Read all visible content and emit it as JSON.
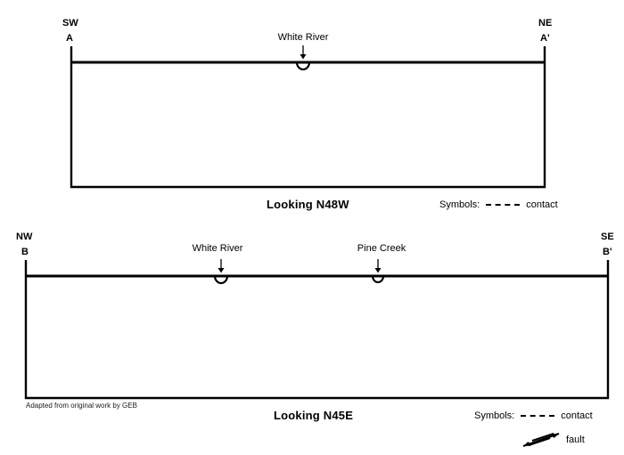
{
  "figure": {
    "type": "geologic-cross-sections",
    "credit": "Adapted from original work by GEB",
    "line_color": "#000000",
    "background": "#ffffff"
  },
  "sections": [
    {
      "id": "A",
      "view_title": "Looking N48W",
      "left_bearing": "SW",
      "left_endpoint": "A",
      "right_bearing": "NE",
      "right_endpoint": "A'",
      "features": [
        {
          "label": "White River",
          "kind": "river-channel"
        }
      ],
      "legend": {
        "title": "Symbols:",
        "items": [
          {
            "symbol": "dashed-line",
            "label": "contact"
          }
        ]
      }
    },
    {
      "id": "B",
      "view_title": "Looking N45E",
      "left_bearing": "NW",
      "left_endpoint": "B",
      "right_bearing": "SE",
      "right_endpoint": "B'",
      "features": [
        {
          "label": "White River",
          "kind": "river-channel"
        },
        {
          "label": "Pine Creek",
          "kind": "river-channel"
        }
      ],
      "legend": {
        "title": "Symbols:",
        "items": [
          {
            "symbol": "dashed-line",
            "label": "contact"
          },
          {
            "symbol": "fault-arrows",
            "label": "fault"
          }
        ]
      }
    }
  ]
}
